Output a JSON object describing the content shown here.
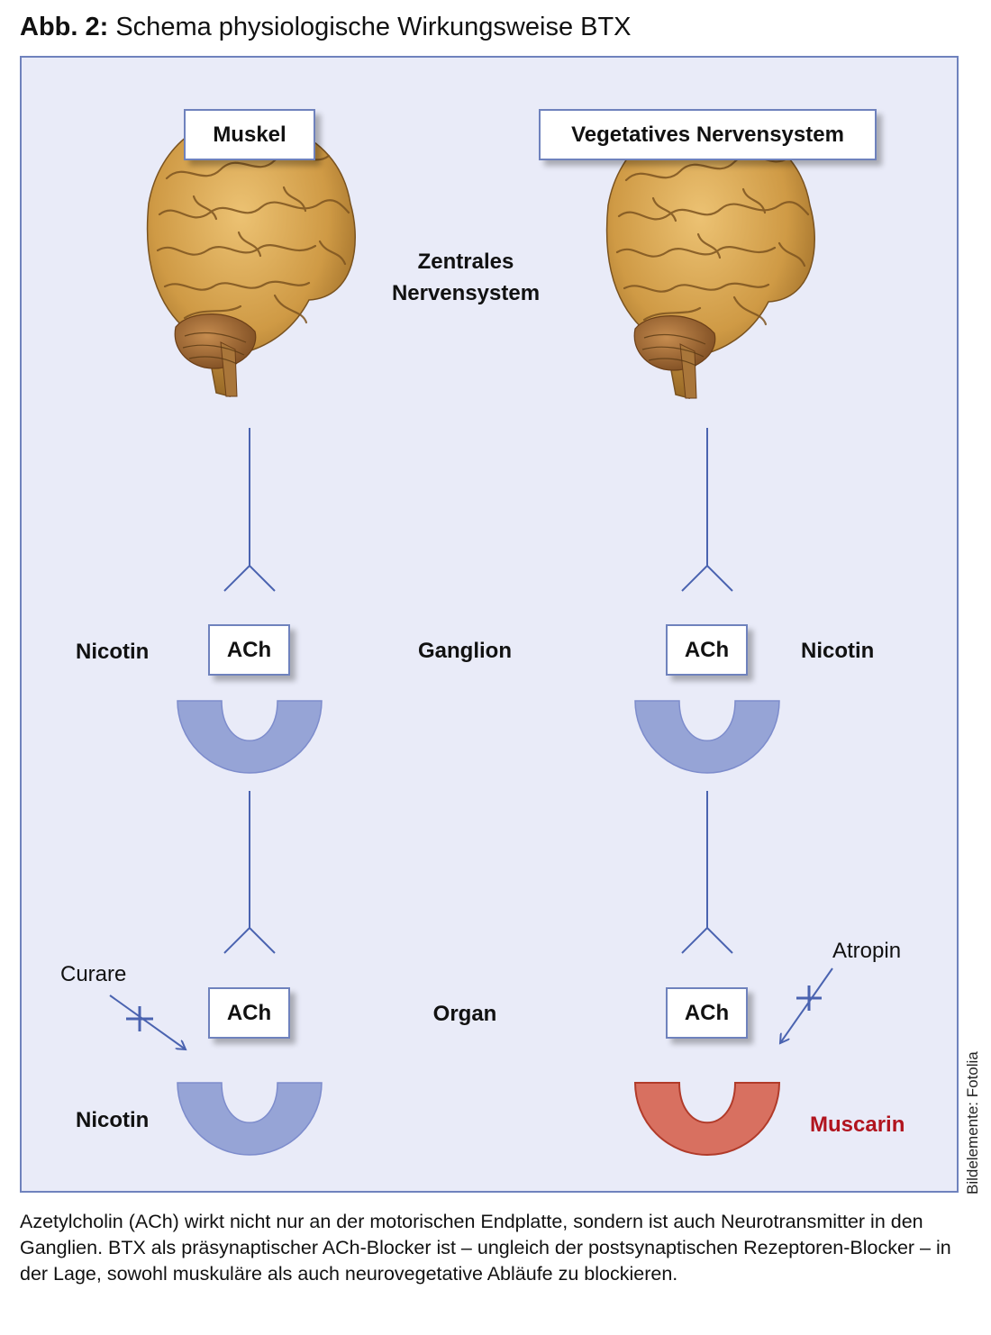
{
  "figure": {
    "label": "Abb. 2:",
    "title": "Schema physiologische Wirkungsweise BTX"
  },
  "columns": {
    "left_header": "Muskel",
    "right_header": "Vegetatives Nervensystem"
  },
  "center_labels": {
    "cns_line1": "Zentrales",
    "cns_line2": "Nervensystem",
    "ganglion": "Ganglion",
    "organ": "Organ"
  },
  "left": {
    "ganglion_ach": "ACh",
    "ganglion_receptor": "Nicotin",
    "organ_ach": "ACh",
    "organ_receptor": "Nicotin",
    "blocker": "Curare"
  },
  "right": {
    "ganglion_ach": "ACh",
    "ganglion_receptor": "Nicotin",
    "organ_ach": "ACh",
    "organ_receptor": "Muscarin",
    "blocker": "Atropin"
  },
  "caption": "Azetylcholin (ACh) wirkt nicht nur an der motorischen Endplatte, sondern ist auch Neurotransmitter in den Ganglien. BTX als präsynaptischer ACh-Blocker ist – ungleich der postsynaptischen Rezeptoren-Blocker – in der Lage, sowohl muskuläre als auch neurovegetative Abläufe zu blockieren.",
  "credit": "Bildelemente: Fotolia",
  "colors": {
    "panel_bg": "#e9ebf8",
    "line": "#4a63b0",
    "nicotin_receptor": "#96a4d6",
    "muscarin_receptor": "#d87060",
    "muscarin_label": "#b1141e"
  }
}
